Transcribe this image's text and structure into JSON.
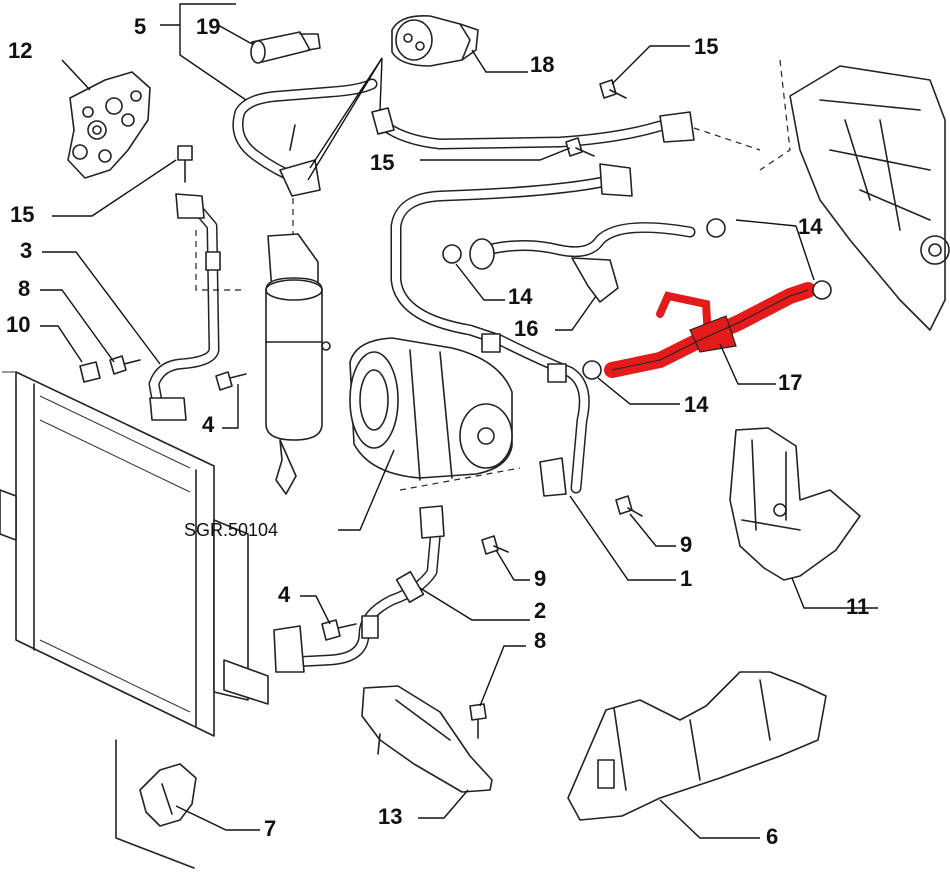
{
  "diagram": {
    "highlight_color": "#e31b1b",
    "line_color": "#111111",
    "callouts": [
      {
        "id": "c19",
        "label": "19"
      },
      {
        "id": "c5",
        "label": "5"
      },
      {
        "id": "c18",
        "label": "18"
      },
      {
        "id": "c12",
        "label": "12"
      },
      {
        "id": "c15a",
        "label": "15"
      },
      {
        "id": "c15b",
        "label": "15"
      },
      {
        "id": "c15c",
        "label": "15"
      },
      {
        "id": "c14a",
        "label": "14"
      },
      {
        "id": "c14b",
        "label": "14"
      },
      {
        "id": "c14c",
        "label": "14"
      },
      {
        "id": "c16",
        "label": "16"
      },
      {
        "id": "c17",
        "label": "17"
      },
      {
        "id": "c3",
        "label": "3"
      },
      {
        "id": "c8a",
        "label": "8"
      },
      {
        "id": "c10",
        "label": "10"
      },
      {
        "id": "c4a",
        "label": "4"
      },
      {
        "id": "c4b",
        "label": "4"
      },
      {
        "id": "c9a",
        "label": "9"
      },
      {
        "id": "c9b",
        "label": "9"
      },
      {
        "id": "c1",
        "label": "1"
      },
      {
        "id": "c11",
        "label": "11"
      },
      {
        "id": "c2",
        "label": "2"
      },
      {
        "id": "c8b",
        "label": "8"
      },
      {
        "id": "c7",
        "label": "7"
      },
      {
        "id": "c13",
        "label": "13"
      },
      {
        "id": "c6",
        "label": "6"
      }
    ],
    "reference": "SGR.50104"
  }
}
